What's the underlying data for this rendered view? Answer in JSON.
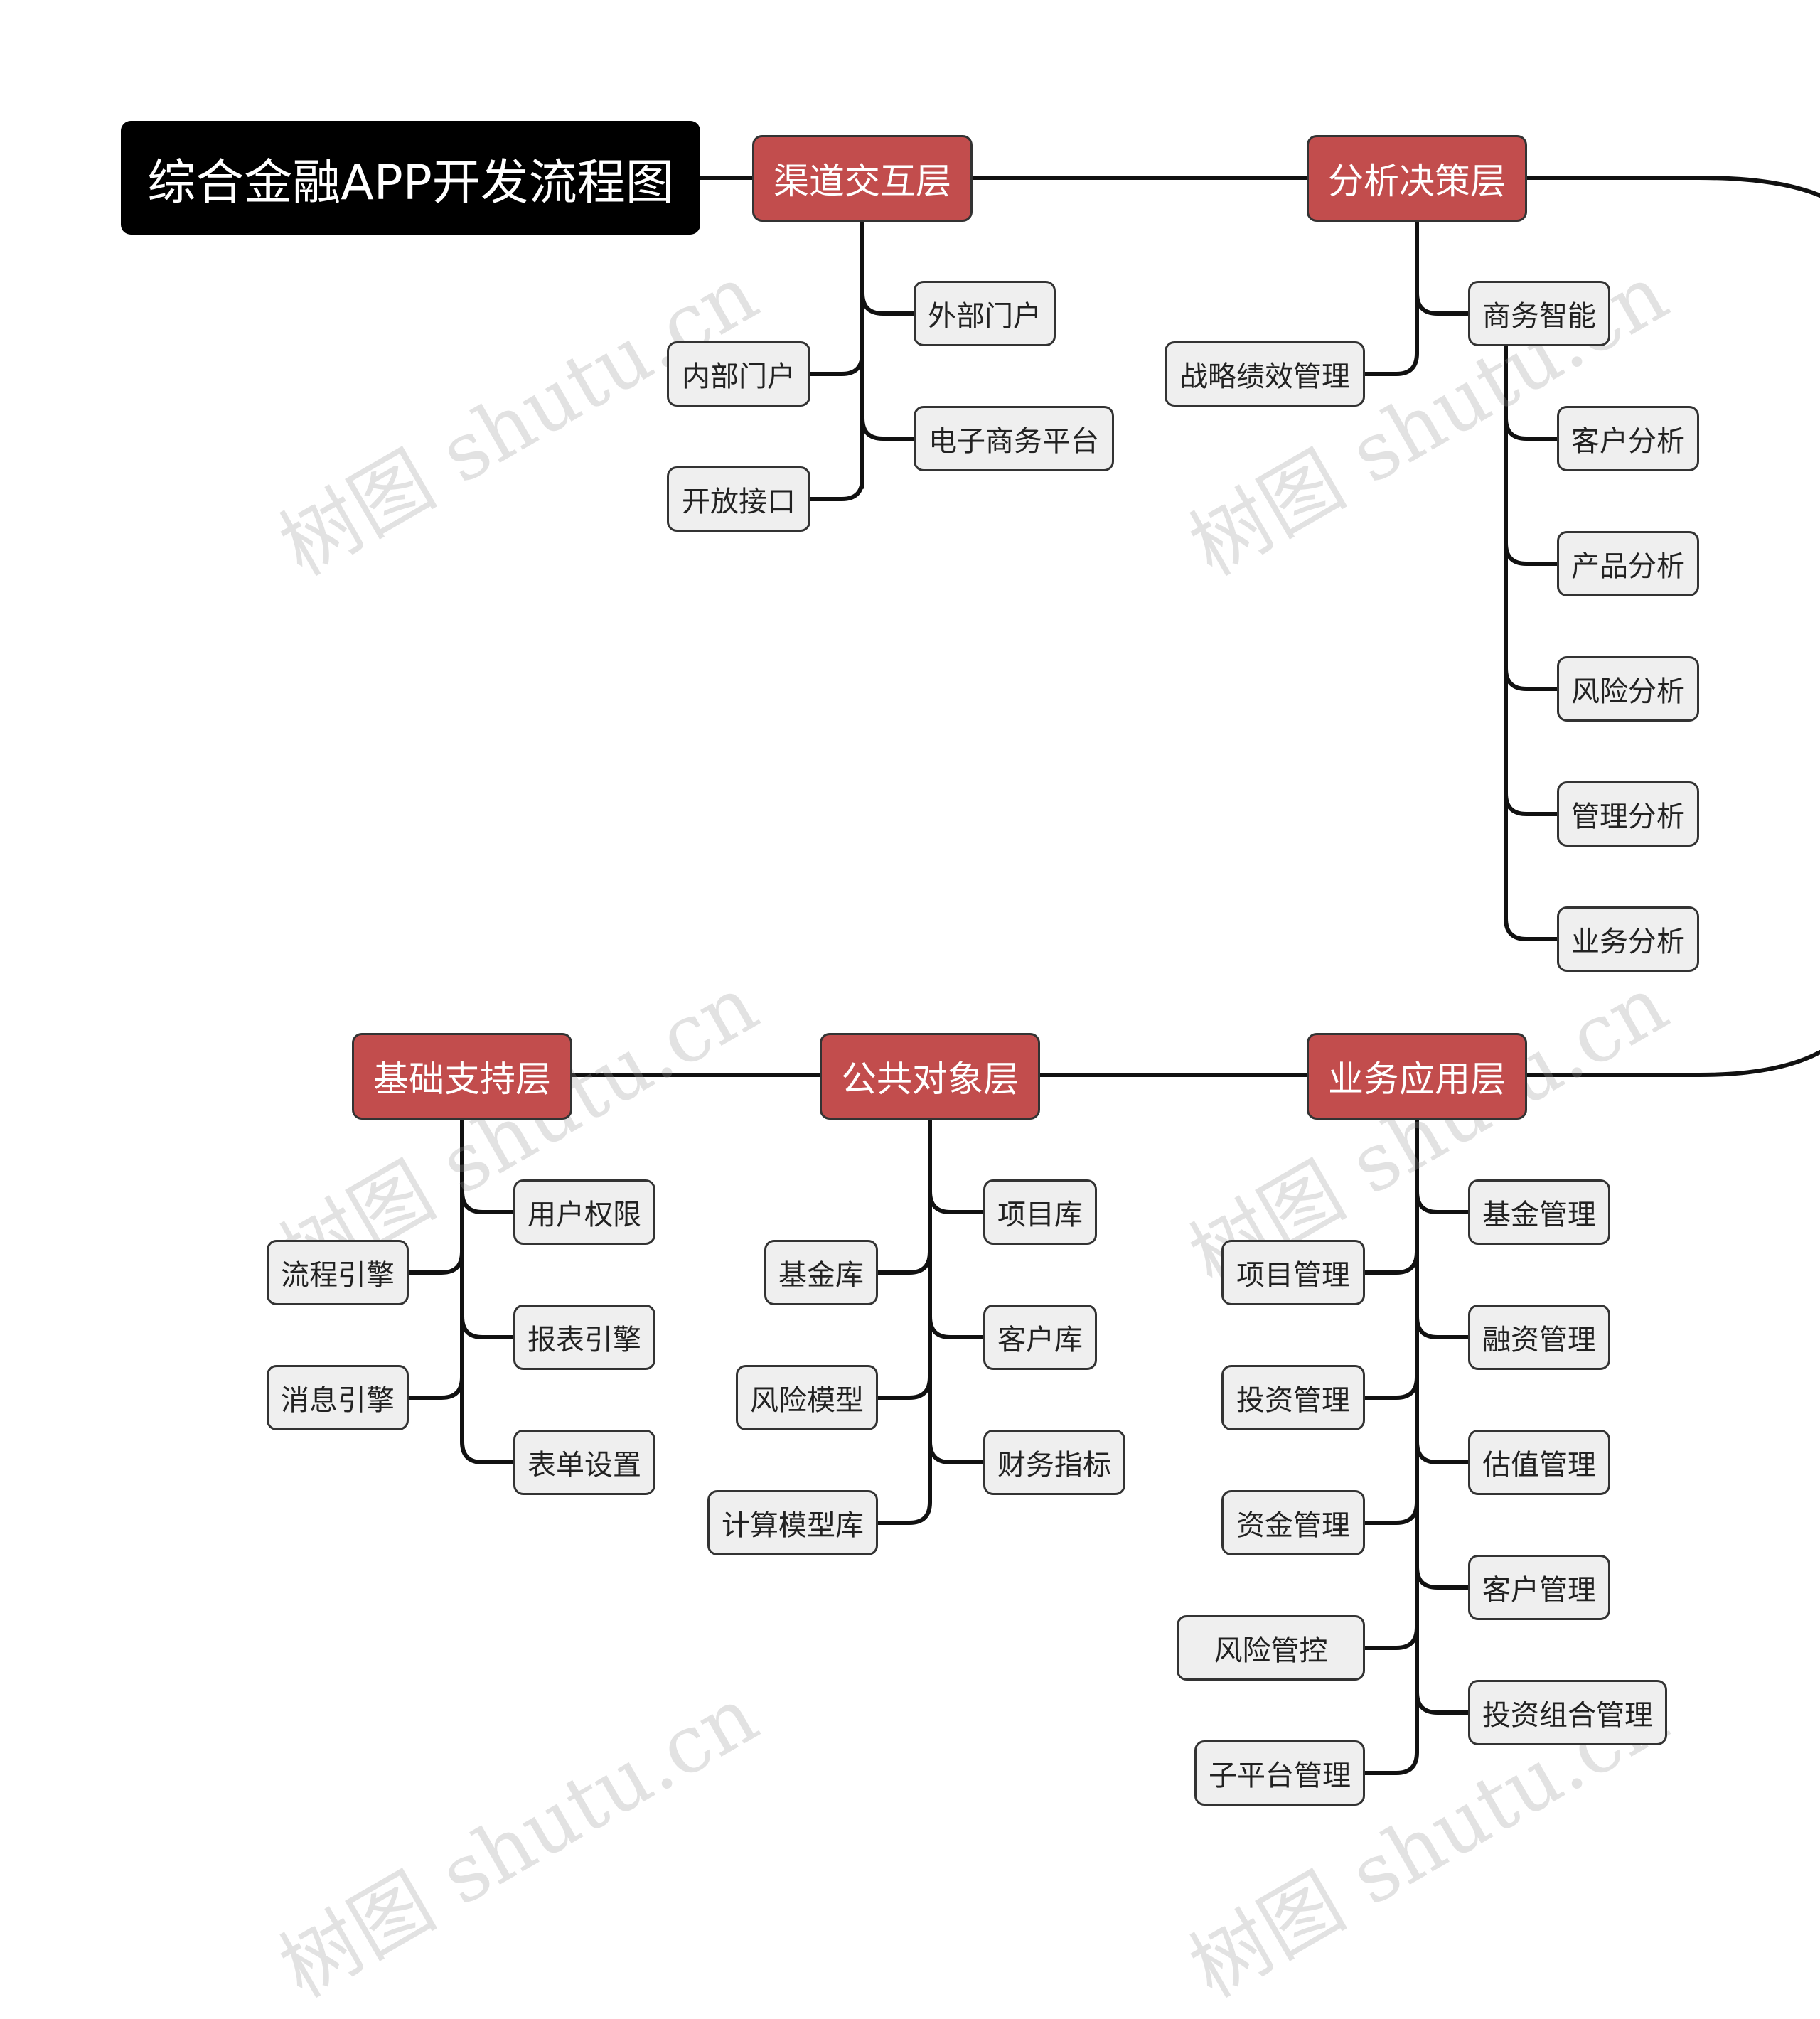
{
  "title": "综合金融APP开发流程图",
  "layers": [
    {
      "id": "channel",
      "label": "渠道交互层",
      "children": [
        "外部门户",
        "内部门户",
        "电子商务平台",
        "开放接口"
      ]
    },
    {
      "id": "analysis",
      "label": "分析决策层",
      "children": [
        "商务智能",
        "战略绩效管理"
      ],
      "bi_children": [
        "客户分析",
        "产品分析",
        "风险分析",
        "管理分析",
        "业务分析"
      ]
    },
    {
      "id": "business",
      "label": "业务应用层",
      "children": [
        "基金管理",
        "项目管理",
        "融资管理",
        "投资管理",
        "估值管理",
        "资金管理",
        "客户管理",
        "风险管控",
        "投资组合管理",
        "子平台管理"
      ]
    },
    {
      "id": "common",
      "label": "公共对象层",
      "children": [
        "项目库",
        "基金库",
        "客户库",
        "风险模型",
        "财务指标",
        "计算模型库"
      ]
    },
    {
      "id": "base",
      "label": "基础支持层",
      "children": [
        "用户权限",
        "流程引擎",
        "报表引擎",
        "消息引擎",
        "表单设置"
      ]
    }
  ],
  "watermark": "树图 shutu.cn",
  "colors": {
    "root": "#000000",
    "layer": "#c24d4d",
    "leaf": "#efefef",
    "line": "#111111"
  }
}
